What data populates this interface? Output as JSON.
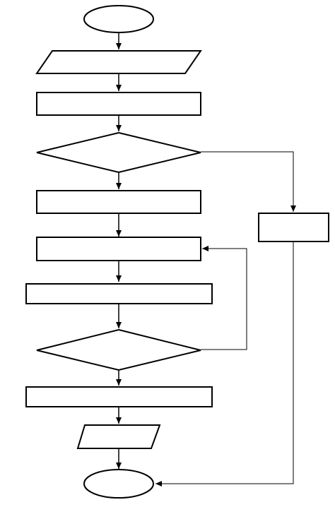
{
  "diagram": {
    "type": "flowchart",
    "stroke_color": "#000000",
    "fill_color": "#ffffff",
    "nodes": [
      {
        "id": "start",
        "shape": "ellipse",
        "label": ""
      },
      {
        "id": "input",
        "shape": "parallelogram",
        "label": ""
      },
      {
        "id": "process-1",
        "shape": "rectangle",
        "label": ""
      },
      {
        "id": "decision-1",
        "shape": "diamond",
        "label": ""
      },
      {
        "id": "process-2",
        "shape": "rectangle",
        "label": ""
      },
      {
        "id": "process-3",
        "shape": "rectangle",
        "label": ""
      },
      {
        "id": "process-4",
        "shape": "rectangle",
        "label": ""
      },
      {
        "id": "decision-2",
        "shape": "diamond",
        "label": ""
      },
      {
        "id": "process-5",
        "shape": "rectangle",
        "label": ""
      },
      {
        "id": "output",
        "shape": "parallelogram",
        "label": ""
      },
      {
        "id": "end",
        "shape": "ellipse",
        "label": ""
      },
      {
        "id": "side-process",
        "shape": "rectangle",
        "label": ""
      }
    ],
    "edges": [
      {
        "from": "start",
        "to": "input"
      },
      {
        "from": "input",
        "to": "process-1"
      },
      {
        "from": "process-1",
        "to": "decision-1"
      },
      {
        "from": "decision-1",
        "to": "process-2"
      },
      {
        "from": "decision-1",
        "to": "side-process"
      },
      {
        "from": "process-2",
        "to": "process-3"
      },
      {
        "from": "process-3",
        "to": "process-4"
      },
      {
        "from": "process-4",
        "to": "decision-2"
      },
      {
        "from": "decision-2",
        "to": "process-3"
      },
      {
        "from": "decision-2",
        "to": "process-5"
      },
      {
        "from": "process-5",
        "to": "output"
      },
      {
        "from": "output",
        "to": "end"
      },
      {
        "from": "side-process",
        "to": "end"
      }
    ]
  }
}
